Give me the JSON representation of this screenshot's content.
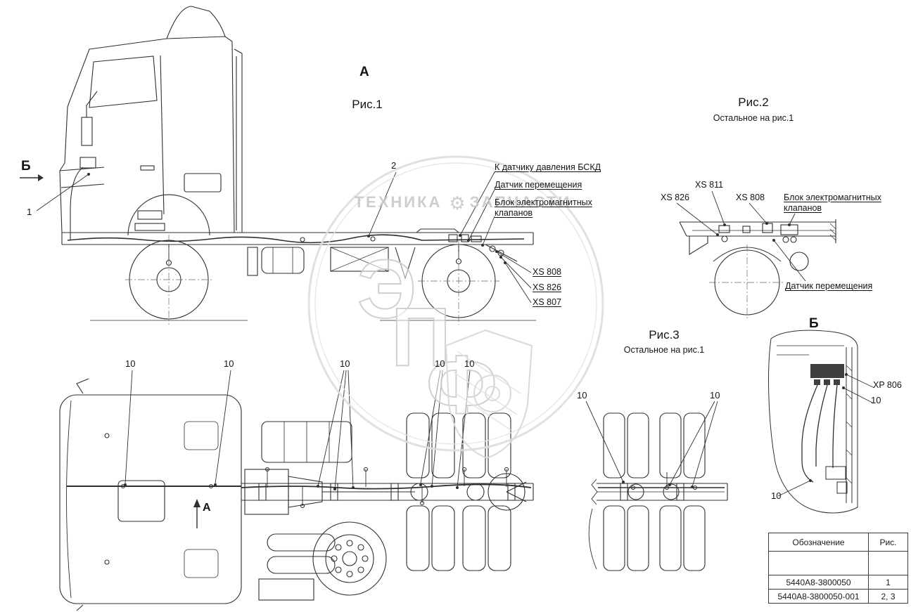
{
  "watermark": {
    "left": "ТЕХНИКА",
    "right": "ЗАПЧАСТИ",
    "gear_glyph": "⚙",
    "big1": "Э",
    "big2": "П",
    "big3": "Ф"
  },
  "fig1": {
    "view_label": "А",
    "caption": "Рис.1",
    "section_label": "Б",
    "callout_1": "1",
    "callout_2": "2",
    "label_bskd": "К датчику давления БСКД",
    "label_sensor": "Датчик перемещения",
    "label_valve_block": "Блок электромагнитных клапанов",
    "label_xs808": "XS 808",
    "label_xs826": "XS 826",
    "label_xs807": "XS 807"
  },
  "fig2": {
    "caption": "Рис.2",
    "note": "Остальное на рис.1",
    "label_xs811": "XS 811",
    "label_xs826": "XS 826",
    "label_xs808": "XS 808",
    "label_valve_block": "Блок электромагнитных клапанов",
    "label_sensor": "Датчик перемещения"
  },
  "fig3": {
    "caption": "Рис.3",
    "note": "Остальное на рис.1",
    "view_label": "А",
    "callout_10": "10"
  },
  "view_b": {
    "caption": "Б",
    "label_xp806": "XP 806",
    "callout_10": "10"
  },
  "table": {
    "header_designation": "Обозначение",
    "header_fig": "Рис.",
    "rows": [
      {
        "designation": "5440А8-3800050",
        "fig": "1"
      },
      {
        "designation": "5440А8-3800050-001",
        "fig": "2, 3"
      }
    ]
  }
}
